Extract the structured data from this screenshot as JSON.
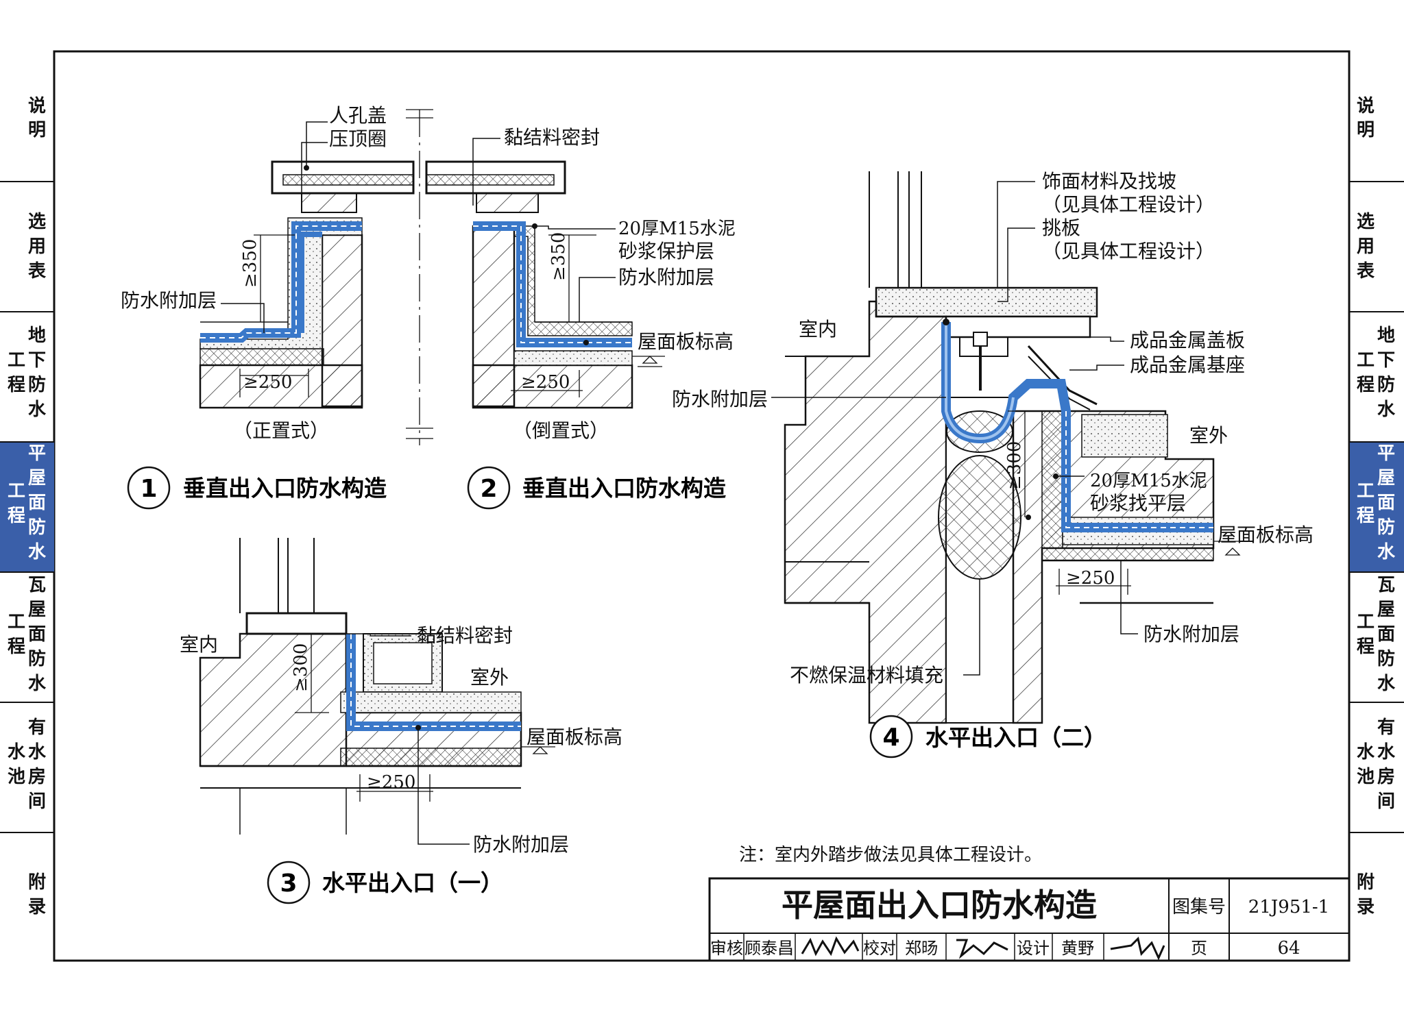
{
  "side_tabs": {
    "left": [
      {
        "label": "说明",
        "active": false
      },
      {
        "label": "选用表",
        "active": false
      },
      {
        "label": "地下防水工程",
        "active": false
      },
      {
        "label": "平屋面防水工程",
        "active": true
      },
      {
        "label": "瓦屋面防水工程",
        "active": false
      },
      {
        "label": "有水池房间",
        "active": false
      },
      {
        "label": "附录",
        "active": false
      }
    ],
    "active_color": "#3a5fa9"
  },
  "detail1": {
    "number": "1",
    "title": "垂直出入口防水构造",
    "variant": "（正置式）",
    "labels": {
      "cover": "人孔盖",
      "ring": "压顶圈",
      "additional": "防水附加层",
      "height": "≥350",
      "width": "≥250"
    }
  },
  "detail2": {
    "number": "2",
    "title": "垂直出入口防水构造",
    "variant": "（倒置式）",
    "labels": {
      "seal": "黏结料密封",
      "mortar1": "20厚M15水泥",
      "mortar2": "砂浆保护层",
      "additional": "防水附加层",
      "elevation": "屋面板标高",
      "height": "≥350",
      "width": "≥250"
    }
  },
  "detail3": {
    "number": "3",
    "title": "水平出入口（一）",
    "labels": {
      "indoor": "室内",
      "outdoor": "室外",
      "seal": "黏结料密封",
      "elevation": "屋面板标高",
      "additional": "防水附加层",
      "height": "≥300",
      "width": "≥250"
    }
  },
  "detail4": {
    "number": "4",
    "title": "水平出入口（二）",
    "labels": {
      "finish1": "饰面材料及找坡",
      "finish2": "（见具体工程设计）",
      "board1": "挑板",
      "board2": "（见具体工程设计）",
      "indoor": "室内",
      "outdoor": "室外",
      "metal_cover": "成品金属盖板",
      "metal_base": "成品金属基座",
      "additional_left": "防水附加层",
      "mortar1": "20厚M15水泥",
      "mortar2": "砂浆找平层",
      "elevation": "屋面板标高",
      "additional_bottom": "防水附加层",
      "insulation": "不燃保温材料填充",
      "height": "≥300",
      "width": "≥250"
    }
  },
  "note": "注：室内外踏步做法见具体工程设计。",
  "title_block": {
    "title": "平屋面出入口防水构造",
    "atlas_label": "图集号",
    "atlas_no": "21J951-1",
    "review_label": "审核",
    "reviewer": "顾泰昌",
    "check_label": "校对",
    "checker": "郑旸",
    "design_label": "设计",
    "designer": "黄野",
    "page_label": "页",
    "page_no": "64"
  },
  "colors": {
    "membrane": "#3a78c9",
    "membrane_light": "#9fc3ee",
    "line": "#111111"
  }
}
